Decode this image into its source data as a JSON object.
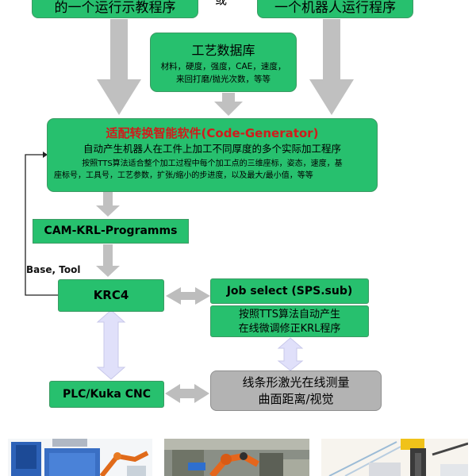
{
  "top_left_box": "的一个运行示教程序",
  "top_right_box": "一个机器人运行程序",
  "top_middle_fragment": "或",
  "database": {
    "title": "工艺数据库",
    "line1": "材料，硬度，强度，CAE，速度，",
    "line2": "来回打磨/抛光次数，等等"
  },
  "generator": {
    "title": "适配转换智能软件(Code-Generator)",
    "subtitle": "自动产生机器人在工件上加工不同厚度的多个实际加工程序",
    "detail_line1": "按照TTS算法适合整个加工过程中每个加工点的三维座标，姿态，速度，基",
    "detail_line2": "座标号，工具号，工艺参数，扩张/缩小的步进度，以及最大/最小值，等等"
  },
  "cam_box": "CAM-KRL-Programms",
  "feedback_label": "Base, Tool",
  "krc4_box": "KRC4",
  "job_select_box": "Job select (SPS.sub)",
  "tts_box": {
    "line1": "按照TTS算法自动产生",
    "line2": "在线微调修正KRL程序"
  },
  "plc_box": "PLC/Kuka CNC",
  "laser_box": {
    "line1": "线条形激光在线测量",
    "line2": "曲面距离/视觉"
  },
  "colors": {
    "green_box": "#27c06e",
    "green_border": "#3c9a63",
    "grey_box": "#b3b3b3",
    "arrow_grey": "#c0c0c0",
    "arrow_lavender": "#e0e0fa",
    "generator_title": "#d11b1b"
  }
}
